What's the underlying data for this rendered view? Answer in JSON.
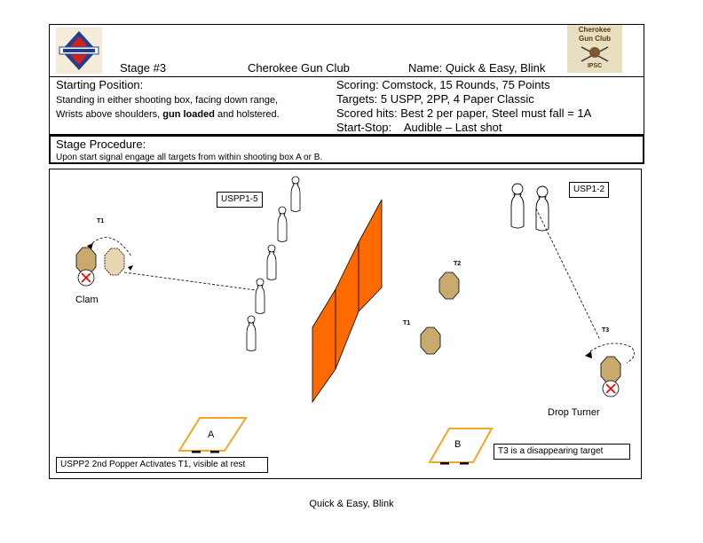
{
  "header": {
    "stage": "Stage #3",
    "club": "Cherokee Gun Club",
    "name": "Name: Quick & Easy, Blink",
    "logo_left_text": "",
    "logo_right_text": [
      "Cherokee",
      "Gun Club",
      "IPSC"
    ]
  },
  "info": {
    "starting_title": "Starting Position:",
    "starting_line1": "Standing in either shooting box, facing down range,",
    "starting_line2_pre": "Wrists above shoulders, ",
    "starting_line2_bold": "gun loaded",
    "starting_line2_mid": " and ",
    "starting_line2_post": "holstered.",
    "scoring": "Scoring: Comstock, 15 Rounds, 75 Points",
    "targets": "Targets: 5 USPP, 2PP, 4 Paper  Classic",
    "scored_hits": "Scored hits: Best 2 per paper, Steel must fall = 1A",
    "start_stop": "Start-Stop:    Audible – Last shot"
  },
  "procedure": {
    "title": "Stage Procedure:",
    "text": "Upon start signal engage all targets from within shooting box A or B."
  },
  "diagram": {
    "uspp_left_label": "USPP1-5",
    "uspp_right_label": "USP1-2",
    "t1_left": "T1",
    "clam_label": "Clam",
    "t2_label": "T2",
    "t1_mid": "T1",
    "t3_label": "T3",
    "drop_turner_label": "Drop Turner",
    "box_a": "A",
    "box_b": "B",
    "note_left": "USPP2 2nd Popper Activates T1, visible at rest",
    "note_right": "T3 is a disappearing target",
    "colors": {
      "barrier": "#ff6a00",
      "paper_target": "#c8aa6e",
      "box_outline": "#f5a623"
    }
  },
  "footer": {
    "caption": "Quick & Easy, Blink"
  }
}
